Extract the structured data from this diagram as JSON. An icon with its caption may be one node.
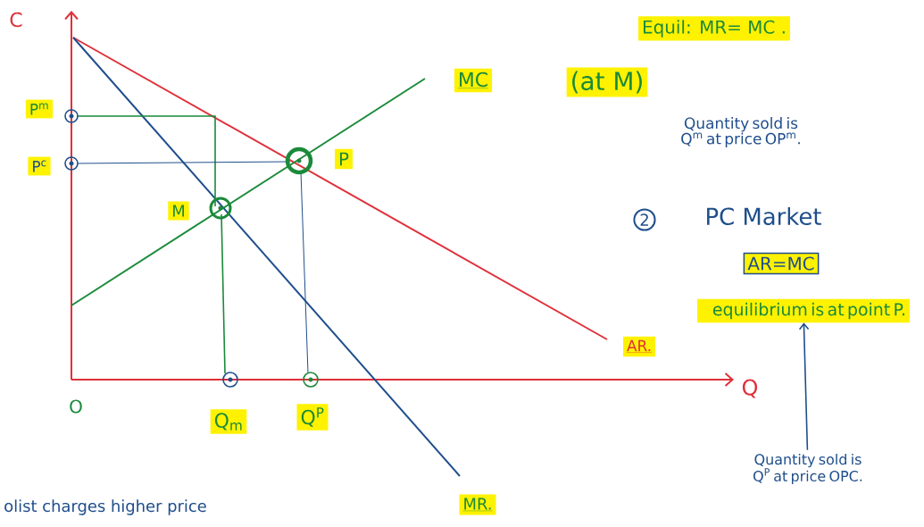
{
  "diagram": {
    "nodes": [
      {
        "text": [
          "2"
        ]
      },
      {
        "text": [
          "AR=MC"
        ]
      },
      {
        "text": [
          "equilibrium is at point P."
        ]
      },
      {
        "text": [
          "Quantity sold is Q$^{P}$ at price OPC."
        ]
      }
    ],
    "edges": [
      {
        "from": 3,
        "to": 2,
        "arrow": "to"
      }
    ],
    "labels": [
      "C",
      "Equil: MR= MC .",
      "MC",
      "(at M)",
      "Quantity sold is Q$^{m}$ at price OP$^{m}$.",
      "P$^{m}$",
      "P$^{c}$",
      "P",
      "M",
      "PC Market",
      "AR.",
      "O",
      "Q",
      "Q$_{m}$",
      "Q$^{P}$",
      "olist charges higher price",
      "MR."
    ]
  }
}
